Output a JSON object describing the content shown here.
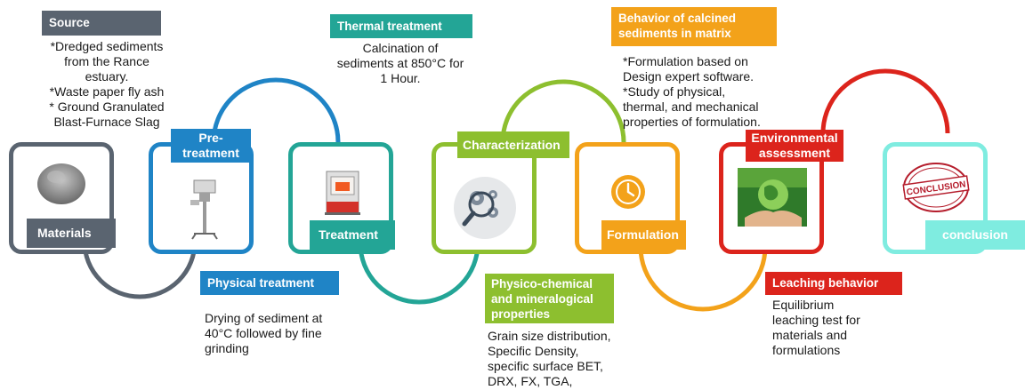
{
  "colors": {
    "materials": "#5a6470",
    "pretreatment": "#1f84c6",
    "treatment": "#23a596",
    "characterization": "#8dbf2f",
    "formulation": "#f3a21a",
    "environmental": "#dc241c",
    "conclusion": "#7fece0"
  },
  "stages": {
    "materials": {
      "label": "Materials",
      "icon": "powder-pile-icon"
    },
    "pretreatment": {
      "label": "Pre-\ntreatment",
      "icon": "grinder-machine-icon"
    },
    "treatment": {
      "label": "Treatment",
      "icon": "furnace-icon"
    },
    "characterization": {
      "label": "Characterization",
      "icon": "magnifier-gears-icon"
    },
    "formulation": {
      "label": "Formulation",
      "icon": "clock-icon"
    },
    "environmental": {
      "label": "Environmental\nassessment",
      "icon": "globe-hands-icon"
    },
    "conclusion": {
      "label": "conclusion",
      "icon": "conclusion-stamp-icon",
      "stamp_text": "CONCLUSION"
    }
  },
  "annotations": {
    "source": {
      "header": "Source",
      "text": "*Dredged sediments\nfrom the Rance\nestuary.\n*Waste paper fly ash\n* Ground Granulated\nBlast-Furnace Slag"
    },
    "thermal": {
      "header": "Thermal treatment",
      "text": "Calcination of\nsediments at 850°C for\n1 Hour."
    },
    "behavior": {
      "header": "Behavior of calcined\nsediments in matrix",
      "text": "*Formulation based on\nDesign expert  software.\n*Study of physical,\nthermal, and mechanical\nproperties of formulation."
    },
    "physical": {
      "header": "Physical treatment",
      "text": "Drying of sediment at\n40°C followed by fine\ngrinding"
    },
    "physico": {
      "header": "Physico-chemical\nand mineralogical\nproperties",
      "text": "Grain size distribution,\nSpecific Density,\nspecific surface BET,\nDRX, FX, TGA,"
    },
    "leaching": {
      "header": "Leaching behavior",
      "text": "Equilibrium\nleaching test for\nmaterials and\nformulations"
    }
  }
}
